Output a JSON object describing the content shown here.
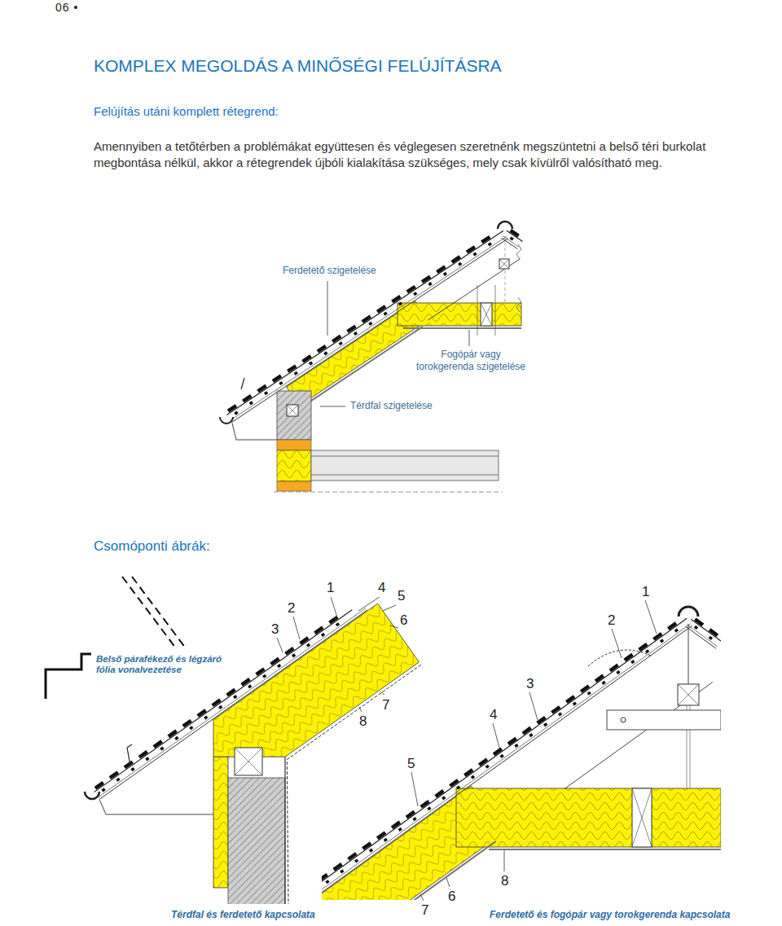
{
  "diagram": {
    "title": "KOMPLEX MEGOLDÁS A MINŐSÉGI FELÚJÍTÁSRA",
    "labels": [
      "06 •",
      "Felújítás utáni komplett rétegrend:",
      "Amennyiben a tetőtérben a problémákat együttesen és véglegesen szeretnénk megszüntetni a belső téri burkolat megbontása nélkül, akkor a rétegrendek újbóli kialakítása szükséges, mely csak kívülről valósítható meg.",
      "Ferdetető szigetelése",
      "Fogópár vagy torokgerenda szigetelése",
      "Térdfal szigetelése",
      "Csomóponti ábrák:",
      "Belső párafékező és légzáró fólia vonalvezetése",
      "1",
      "4",
      "5",
      "6",
      "2",
      "3",
      "7",
      "8",
      "1",
      "2",
      "3",
      "4",
      "5",
      "7",
      "6",
      "8",
      "Térdfal és ferdetető kapcsolata",
      "Ferdetető és fogópár vagy torokgerenda kapcsolata"
    ]
  }
}
